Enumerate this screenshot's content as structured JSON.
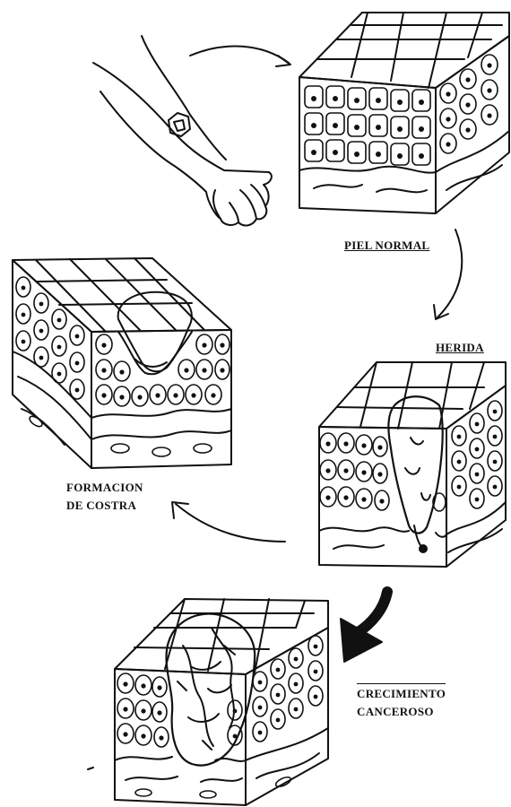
{
  "labels": {
    "normal": "PIEL NORMAL",
    "wound": "HERIDA",
    "scab_line1": "FORMACION",
    "scab_line2": "DE COSTRA",
    "cancer_line1": "CRECIMIENTO",
    "cancer_line2": "CANCEROSO"
  },
  "colors": {
    "ink": "#111111",
    "background": "#ffffff"
  }
}
